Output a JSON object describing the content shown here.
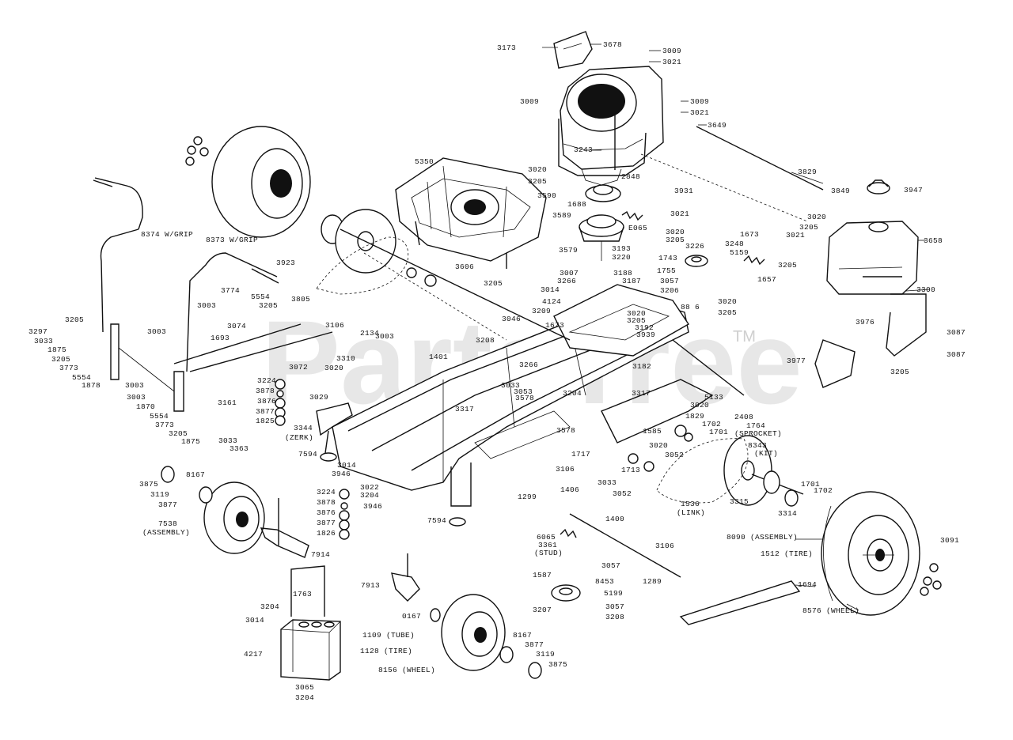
{
  "watermark": {
    "text": "PartsTree",
    "tm": "TM"
  },
  "part_labels": [
    {
      "id": "l1",
      "text": "3173"
    },
    {
      "id": "l2",
      "text": "3678"
    },
    {
      "id": "l3",
      "text": "3009"
    },
    {
      "id": "l4",
      "text": "3021"
    },
    {
      "id": "l5",
      "text": "3009"
    },
    {
      "id": "l6",
      "text": "3009"
    },
    {
      "id": "l7",
      "text": "3021"
    },
    {
      "id": "l8",
      "text": "3649"
    },
    {
      "id": "l9",
      "text": "3243"
    },
    {
      "id": "l10",
      "text": "5350"
    },
    {
      "id": "l11",
      "text": "3020"
    },
    {
      "id": "l12",
      "text": "3205"
    },
    {
      "id": "l13",
      "text": "3590"
    },
    {
      "id": "l14",
      "text": "1688"
    },
    {
      "id": "l15",
      "text": "2848"
    },
    {
      "id": "l16",
      "text": "3931"
    },
    {
      "id": "l17",
      "text": "3829"
    },
    {
      "id": "l18",
      "text": "3849"
    },
    {
      "id": "l19",
      "text": "3947"
    },
    {
      "id": "l20",
      "text": "3589"
    },
    {
      "id": "l21",
      "text": "3021"
    },
    {
      "id": "l22",
      "text": "E065"
    },
    {
      "id": "l23",
      "text": "3020"
    },
    {
      "id": "l24",
      "text": "3205"
    },
    {
      "id": "l25",
      "text": "3020"
    },
    {
      "id": "l26",
      "text": "3205"
    },
    {
      "id": "l27",
      "text": "1673"
    },
    {
      "id": "l28",
      "text": "3021"
    },
    {
      "id": "l29",
      "text": "3658"
    },
    {
      "id": "l30",
      "text": "3579"
    },
    {
      "id": "l31",
      "text": "3193"
    },
    {
      "id": "l32",
      "text": "3220"
    },
    {
      "id": "l33",
      "text": "3226"
    },
    {
      "id": "l34",
      "text": "3248"
    },
    {
      "id": "l35",
      "text": "5159"
    },
    {
      "id": "l36",
      "text": "1743"
    },
    {
      "id": "l37",
      "text": "3205"
    },
    {
      "id": "l38",
      "text": "3606"
    },
    {
      "id": "l39",
      "text": "1755"
    },
    {
      "id": "l40",
      "text": "1657"
    },
    {
      "id": "l41",
      "text": "3205"
    },
    {
      "id": "l42",
      "text": "3007"
    },
    {
      "id": "l43",
      "text": "3188"
    },
    {
      "id": "l44",
      "text": "3266"
    },
    {
      "id": "l45",
      "text": "3187"
    },
    {
      "id": "l46",
      "text": "3057"
    },
    {
      "id": "l47",
      "text": "3206"
    },
    {
      "id": "l48",
      "text": "3300"
    },
    {
      "id": "l49",
      "text": "8374 W/GRIP"
    },
    {
      "id": "l50",
      "text": "8373 W/GRIP"
    },
    {
      "id": "l51",
      "text": "3923"
    },
    {
      "id": "l52",
      "text": "3014"
    },
    {
      "id": "l53",
      "text": "88 6"
    },
    {
      "id": "l54",
      "text": "3020"
    },
    {
      "id": "l55",
      "text": "3205"
    },
    {
      "id": "l56",
      "text": "4124"
    },
    {
      "id": "l57",
      "text": "3774"
    },
    {
      "id": "l58",
      "text": "5554"
    },
    {
      "id": "l59",
      "text": "3805"
    },
    {
      "id": "l60",
      "text": "3003"
    },
    {
      "id": "l61",
      "text": "3205"
    },
    {
      "id": "l62",
      "text": "3209"
    },
    {
      "id": "l63",
      "text": "1673"
    },
    {
      "id": "l64",
      "text": "3020"
    },
    {
      "id": "l65",
      "text": "3205"
    },
    {
      "id": "l66",
      "text": "3192"
    },
    {
      "id": "l67",
      "text": "3939"
    },
    {
      "id": "l68",
      "text": "3976"
    },
    {
      "id": "l69",
      "text": "3087"
    },
    {
      "id": "l70",
      "text": "3205"
    },
    {
      "id": "l71",
      "text": "3074"
    },
    {
      "id": "l72",
      "text": "3106"
    },
    {
      "id": "l73",
      "text": "3046"
    },
    {
      "id": "l74",
      "text": "3087"
    },
    {
      "id": "l75",
      "text": "3297"
    },
    {
      "id": "l76",
      "text": "3003"
    },
    {
      "id": "l77",
      "text": "2134"
    },
    {
      "id": "l78",
      "text": "3003"
    },
    {
      "id": "l79",
      "text": "3033"
    },
    {
      "id": "l80",
      "text": "1693"
    },
    {
      "id": "l81",
      "text": "3208"
    },
    {
      "id": "l82",
      "text": "1875"
    },
    {
      "id": "l83",
      "text": "1401"
    },
    {
      "id": "l84",
      "text": "3205"
    },
    {
      "id": "l85",
      "text": "3310"
    },
    {
      "id": "l86",
      "text": "3773"
    },
    {
      "id": "l87",
      "text": "3072"
    },
    {
      "id": "l88",
      "text": "3020"
    },
    {
      "id": "l89",
      "text": "3266"
    },
    {
      "id": "l90",
      "text": "3977"
    },
    {
      "id": "l91",
      "text": "5554"
    },
    {
      "id": "l92",
      "text": "3182"
    },
    {
      "id": "l93",
      "text": "3205"
    },
    {
      "id": "l94",
      "text": "3224"
    },
    {
      "id": "l95",
      "text": "1878"
    },
    {
      "id": "l96",
      "text": "3003"
    },
    {
      "id": "l97",
      "text": "3878"
    },
    {
      "id": "l98",
      "text": "3033"
    },
    {
      "id": "l99",
      "text": "3053"
    },
    {
      "id": "l100",
      "text": "3204"
    },
    {
      "id": "l101",
      "text": "3317"
    },
    {
      "id": "l102",
      "text": "5133"
    },
    {
      "id": "l103",
      "text": "3029"
    },
    {
      "id": "l104",
      "text": "3578"
    },
    {
      "id": "l105",
      "text": "3876"
    },
    {
      "id": "l106",
      "text": "3161"
    },
    {
      "id": "l107",
      "text": "3020"
    },
    {
      "id": "l108",
      "text": "1870"
    },
    {
      "id": "l109",
      "text": "3003"
    },
    {
      "id": "l110",
      "text": "3317"
    },
    {
      "id": "l111",
      "text": "3877"
    },
    {
      "id": "l112",
      "text": "5554"
    },
    {
      "id": "l113",
      "text": "1829"
    },
    {
      "id": "l114",
      "text": "2408"
    },
    {
      "id": "l115",
      "text": "1825"
    },
    {
      "id": "l116",
      "text": "3773"
    },
    {
      "id": "l117",
      "text": "1764"
    },
    {
      "id": "l118",
      "text": "(SPROCKET)"
    },
    {
      "id": "l119",
      "text": "3344"
    },
    {
      "id": "l120",
      "text": "(ZERK)"
    },
    {
      "id": "l121",
      "text": "3205"
    },
    {
      "id": "l122",
      "text": "3578"
    },
    {
      "id": "l123",
      "text": "1585"
    },
    {
      "id": "l124",
      "text": "1702"
    },
    {
      "id": "l125",
      "text": "1701"
    },
    {
      "id": "l126",
      "text": "8343"
    },
    {
      "id": "l127",
      "text": "(KIT)"
    },
    {
      "id": "l128",
      "text": "1875"
    },
    {
      "id": "l129",
      "text": "3033"
    },
    {
      "id": "l130",
      "text": "3363"
    },
    {
      "id": "l131",
      "text": "7594"
    },
    {
      "id": "l132",
      "text": "3020"
    },
    {
      "id": "l133",
      "text": "3052"
    },
    {
      "id": "l134",
      "text": "1717"
    },
    {
      "id": "l135",
      "text": "3014"
    },
    {
      "id": "l136",
      "text": "3946"
    },
    {
      "id": "l137",
      "text": "1713"
    },
    {
      "id": "l138",
      "text": "3033"
    },
    {
      "id": "l139",
      "text": "3052"
    },
    {
      "id": "l140",
      "text": "3875"
    },
    {
      "id": "l141",
      "text": "8167"
    },
    {
      "id": "l142",
      "text": "3106"
    },
    {
      "id": "l143",
      "text": "3022"
    },
    {
      "id": "l144",
      "text": "3204"
    },
    {
      "id": "l145",
      "text": "3224"
    },
    {
      "id": "l146",
      "text": "3119"
    },
    {
      "id": "l147",
      "text": "3877"
    },
    {
      "id": "l148",
      "text": "3878"
    },
    {
      "id": "l149",
      "text": "3946"
    },
    {
      "id": "l150",
      "text": "1299"
    },
    {
      "id": "l151",
      "text": "1406"
    },
    {
      "id": "l152",
      "text": "1701"
    },
    {
      "id": "l153",
      "text": "1702"
    },
    {
      "id": "l154",
      "text": "3315"
    },
    {
      "id": "l155",
      "text": "1536"
    },
    {
      "id": "l156",
      "text": "(LINK)"
    },
    {
      "id": "l157",
      "text": "3314"
    },
    {
      "id": "l158",
      "text": "3876"
    },
    {
      "id": "l159",
      "text": "7538"
    },
    {
      "id": "l160",
      "text": "(ASSEMBLY)"
    },
    {
      "id": "l161",
      "text": "3877"
    },
    {
      "id": "l162",
      "text": "1826"
    },
    {
      "id": "l163",
      "text": "7594"
    },
    {
      "id": "l164",
      "text": "1400"
    },
    {
      "id": "l165",
      "text": "8090 (ASSEMBLY)"
    },
    {
      "id": "l166",
      "text": "6065"
    },
    {
      "id": "l167",
      "text": "3361"
    },
    {
      "id": "l168",
      "text": "(STUD)"
    },
    {
      "id": "l169",
      "text": "3106"
    },
    {
      "id": "l170",
      "text": "7914"
    },
    {
      "id": "l171",
      "text": "3091"
    },
    {
      "id": "l172",
      "text": "1512 (TIRE)"
    },
    {
      "id": "l173",
      "text": "1587"
    },
    {
      "id": "l174",
      "text": "3057"
    },
    {
      "id": "l175",
      "text": "8453"
    },
    {
      "id": "l176",
      "text": "1289"
    },
    {
      "id": "l177",
      "text": "1694"
    },
    {
      "id": "l178",
      "text": "1763"
    },
    {
      "id": "l179",
      "text": "7913"
    },
    {
      "id": "l180",
      "text": "5199"
    },
    {
      "id": "l181",
      "text": "3204"
    },
    {
      "id": "l182",
      "text": "3014"
    },
    {
      "id": "l183",
      "text": "3207"
    },
    {
      "id": "l184",
      "text": "3057"
    },
    {
      "id": "l185",
      "text": "3208"
    },
    {
      "id": "l186",
      "text": "8576 (WHEEL)"
    },
    {
      "id": "l187",
      "text": "0167"
    },
    {
      "id": "l188",
      "text": "1109 (TUBE)"
    },
    {
      "id": "l189",
      "text": "8167"
    },
    {
      "id": "l190",
      "text": "4217"
    },
    {
      "id": "l191",
      "text": "3877"
    },
    {
      "id": "l192",
      "text": "1128 (TIRE)"
    },
    {
      "id": "l193",
      "text": "3119"
    },
    {
      "id": "l194",
      "text": "8156 (WHEEL)"
    },
    {
      "id": "l195",
      "text": "3875"
    },
    {
      "id": "l196",
      "text": "3065"
    },
    {
      "id": "l197",
      "text": "3204"
    }
  ]
}
